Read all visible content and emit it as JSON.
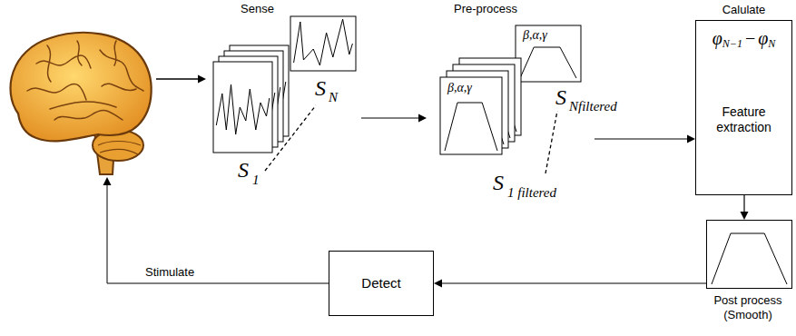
{
  "diagram": {
    "nodes": [
      {
        "text": [
          "Sense"
        ]
      },
      {
        "text": [
          "Pre-process",
          "β,α,γ",
          "β,α,γ"
        ]
      },
      {
        "text": [
          "Calulate",
          "φ",
          "N−1",
          "−",
          "φ",
          "N",
          "Feature extraction"
        ]
      },
      {
        "text": [
          "Post process (Smooth)"
        ]
      },
      {
        "text": [
          "Detect"
        ]
      }
    ],
    "edges": [
      {
        "from": 0,
        "to": 1,
        "arrow": "to"
      },
      {
        "from": 1,
        "to": 2,
        "arrow": "to"
      },
      {
        "from": 2,
        "to": 3,
        "arrow": "to"
      },
      {
        "from": 3,
        "to": 4,
        "arrow": "to"
      }
    ],
    "labels": [
      "S",
      "1",
      "S",
      "N",
      "S",
      "1 filtered",
      "S",
      "Nfiltered",
      "Stimulate"
    ]
  }
}
